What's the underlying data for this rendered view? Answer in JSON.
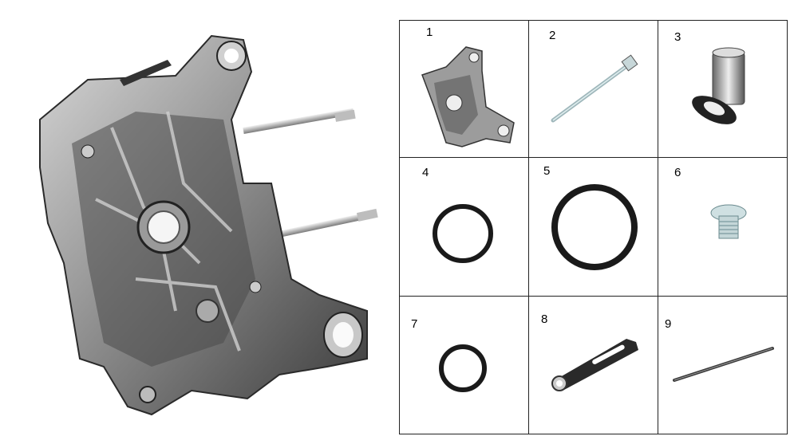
{
  "parts": [
    {
      "number": "1",
      "icon": "crankcase-half-icon"
    },
    {
      "number": "2",
      "icon": "long-bolt-icon"
    },
    {
      "number": "3",
      "icon": "dowel-bushing-icon"
    },
    {
      "number": "4",
      "icon": "o-ring-medium-icon"
    },
    {
      "number": "5",
      "icon": "o-ring-large-icon"
    },
    {
      "number": "6",
      "icon": "drain-plug-icon"
    },
    {
      "number": "7",
      "icon": "o-ring-small-icon"
    },
    {
      "number": "8",
      "icon": "hose-clip-bracket-icon"
    },
    {
      "number": "9",
      "icon": "stud-rod-icon"
    }
  ]
}
